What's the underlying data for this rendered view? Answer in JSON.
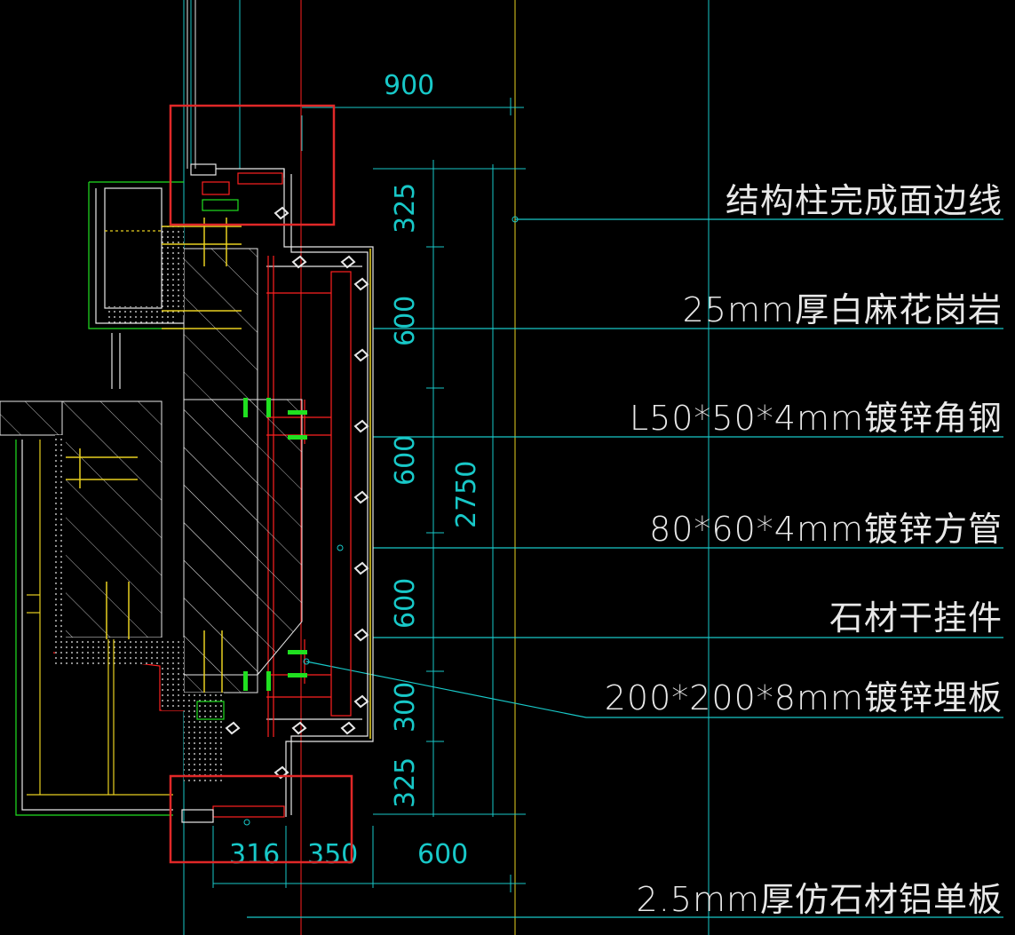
{
  "dimensions": {
    "top_width": "900",
    "vertical": [
      "325",
      "600",
      "600",
      "600",
      "300",
      "325"
    ],
    "total": "2750",
    "bottom": [
      "316",
      "350",
      "600"
    ]
  },
  "labels": [
    "结构柱完成面边线",
    "25mm厚白麻花岗岩",
    "L50*50*4mm镀锌角钢",
    "80*60*4mm镀锌方管",
    "石材干挂件",
    "200*200*8mm镀锌埋板",
    "2.5mm厚仿石材铝单板"
  ],
  "colors": {
    "background": "#000000",
    "cyan": "#18c8c8",
    "red": "#ff2020",
    "green": "#20e020",
    "yellow": "#e8d020",
    "white": "#e8e8e8",
    "highlight": "#e02828"
  }
}
